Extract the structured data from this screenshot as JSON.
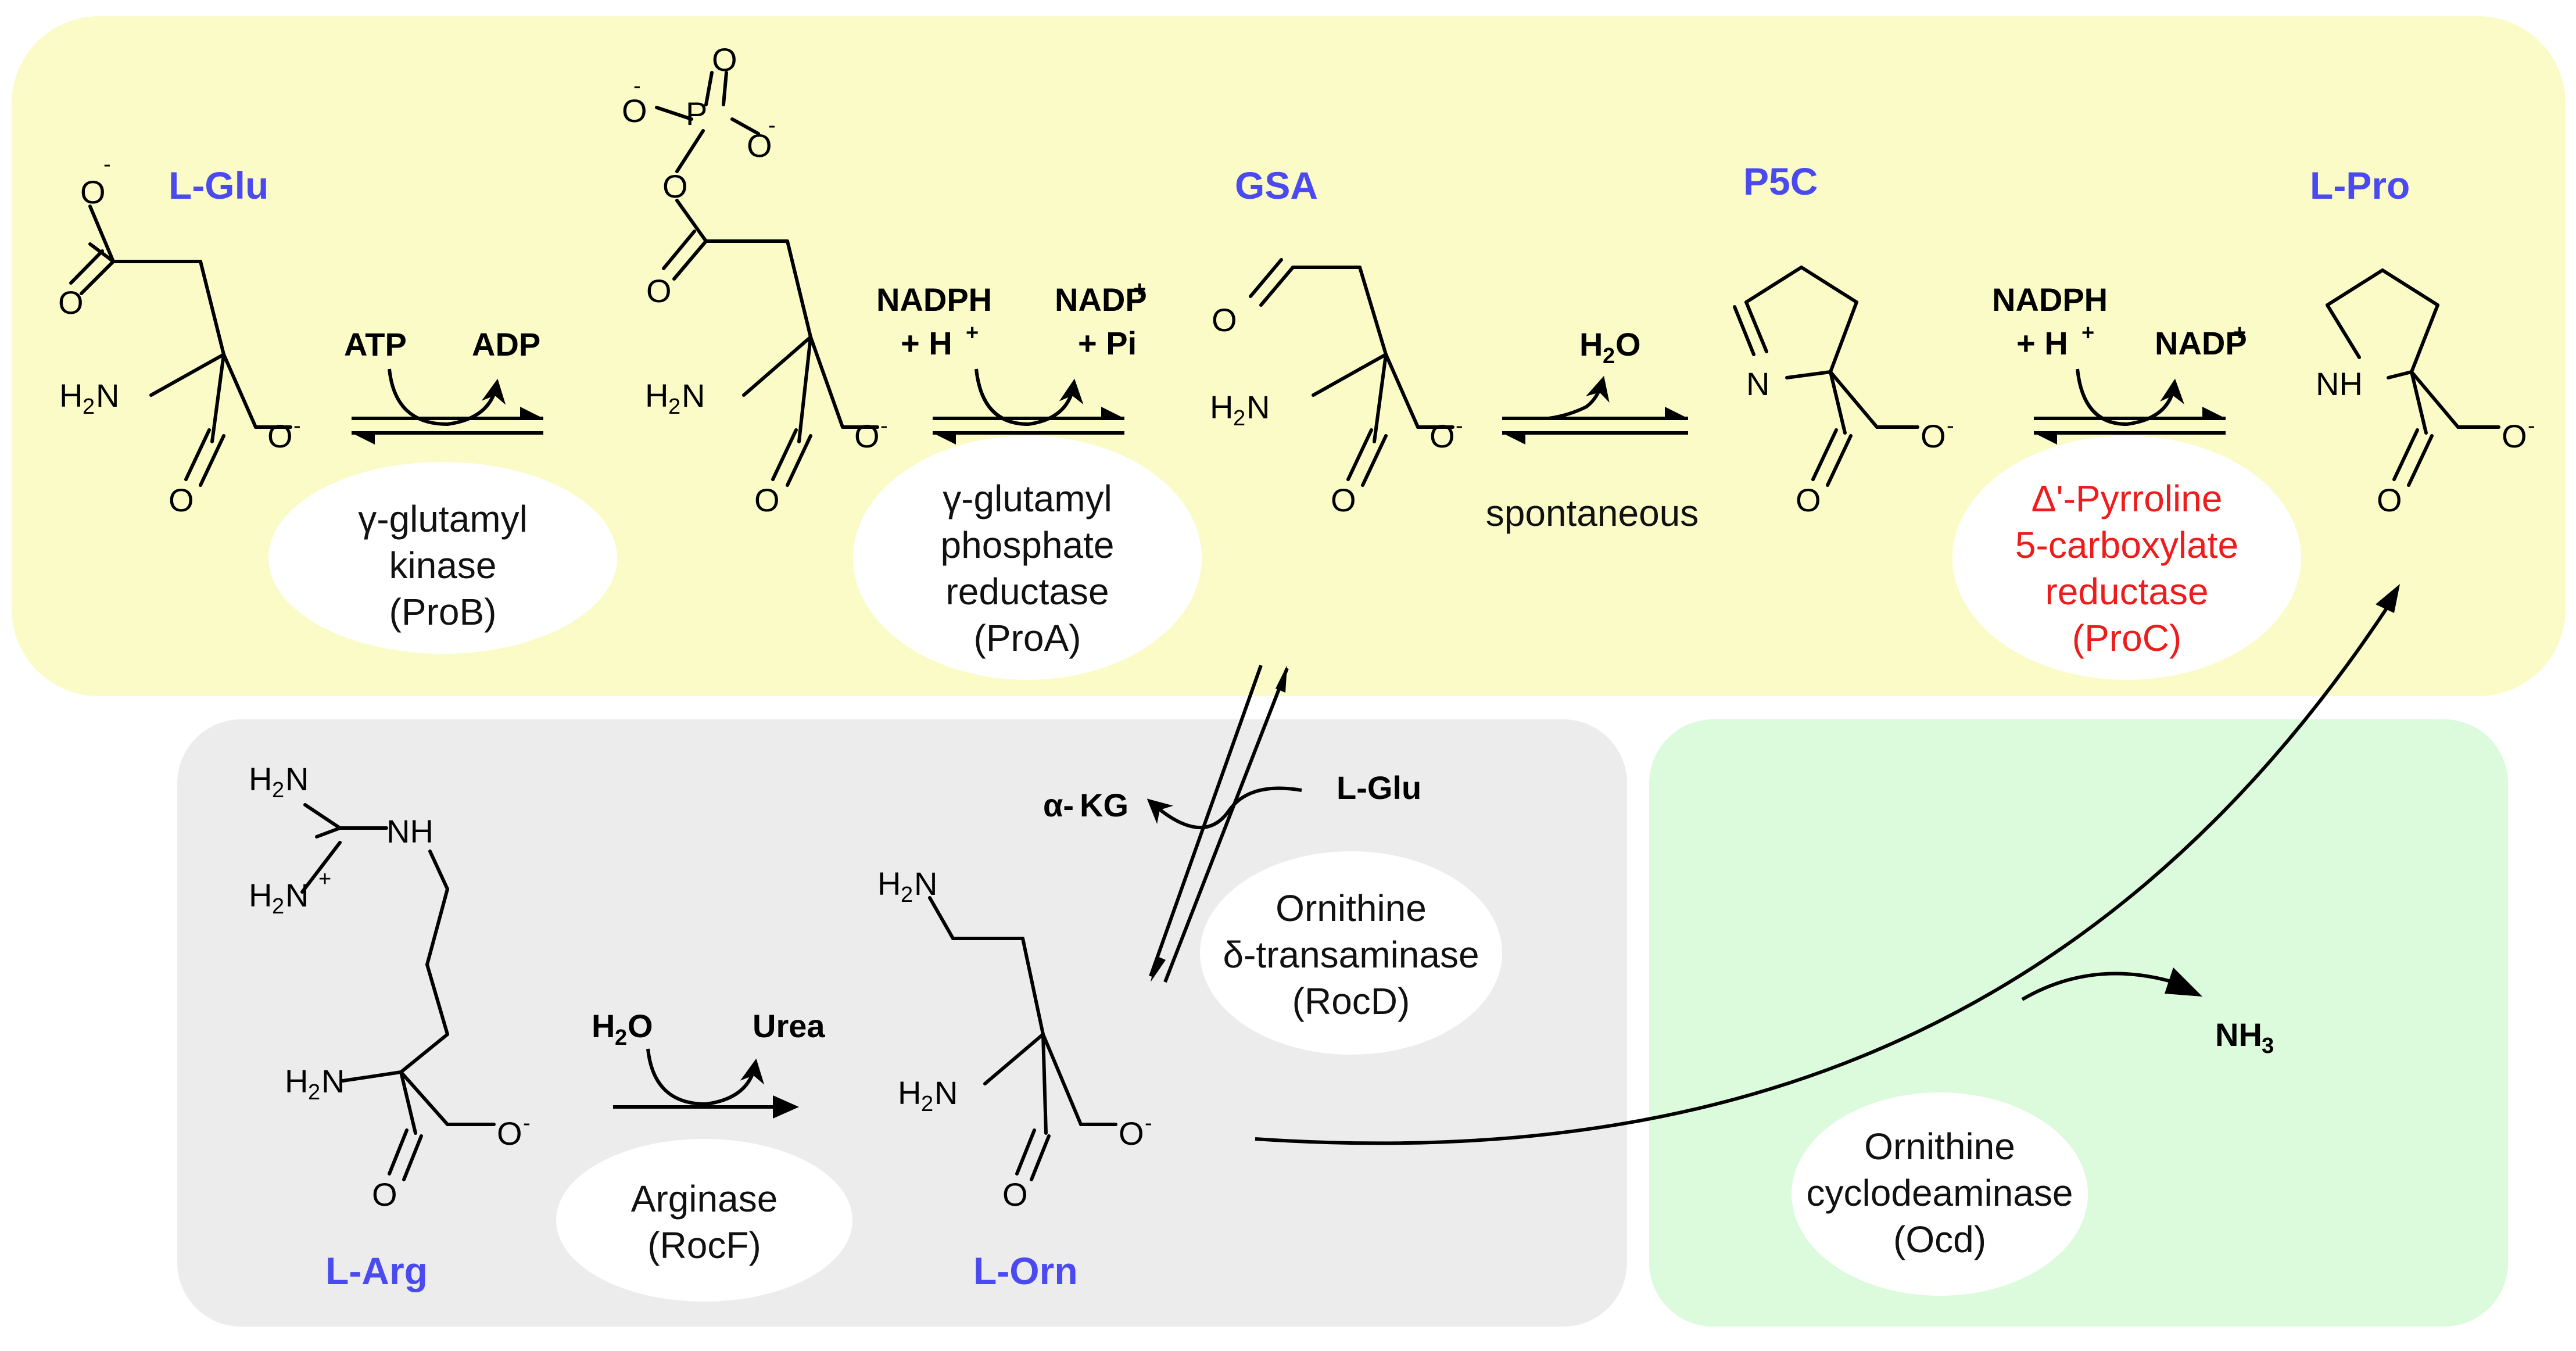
{
  "colors": {
    "proline_panel": "#fbfbc8",
    "arginine_panel": "#ececec",
    "ocd_panel": "#dcfadc",
    "compound_label": "#4a4af0",
    "highlight_enzyme": "#ee1c1c",
    "ellipse_fill": "#ffffff"
  },
  "compounds": {
    "lglu": "L-Glu",
    "gsa": "GSA",
    "p5c": "P5C",
    "lpro": "L-Pro",
    "larg": "L-Arg",
    "lorn": "L-Orn"
  },
  "atoms": {
    "o": "O",
    "o_minus": "O",
    "minus": "-",
    "plus": "+",
    "p": "P",
    "n": "N",
    "nh": "NH",
    "h2n_h": "H",
    "h2n_2": "2",
    "h2n_n": "N"
  },
  "cofactors": {
    "atp": "ATP",
    "adp": "ADP",
    "nadph": "NADPH",
    "plus_h": "+ H",
    "h_sup": "+",
    "nadp": "NADP",
    "nadp_sup": "+",
    "plus_pi": "+ Pi",
    "h2o_h": "H",
    "h2o_2": "2",
    "h2o_o": "O",
    "urea": "Urea",
    "alpha": "α-",
    "kg": "KG",
    "lglu2": "L-Glu",
    "nh3_nh": "NH",
    "nh3_3": "3"
  },
  "enzymes": {
    "prob": [
      "γ-glutamyl",
      "kinase",
      "(ProB)"
    ],
    "proa": [
      "γ-glutamyl",
      "phosphate",
      "reductase",
      "(ProA)"
    ],
    "proc": [
      "Δ'-Pyrroline",
      "5-carboxylate",
      "reductase",
      "(ProC)"
    ],
    "rocf": [
      "Arginase",
      "(RocF)"
    ],
    "rocd": [
      "Ornithine",
      "δ-transaminase",
      "(RocD)"
    ],
    "ocd": [
      "Ornithine",
      "cyclodeaminase",
      "(Ocd)"
    ]
  },
  "labels": {
    "spontaneous": "spontaneous"
  },
  "icons": {
    "equilibrium_arrow": "equilibrium-arrow-icon",
    "reaction_arrow": "reaction-arrow-icon",
    "curved_arrow": "curved-arrow-icon"
  }
}
